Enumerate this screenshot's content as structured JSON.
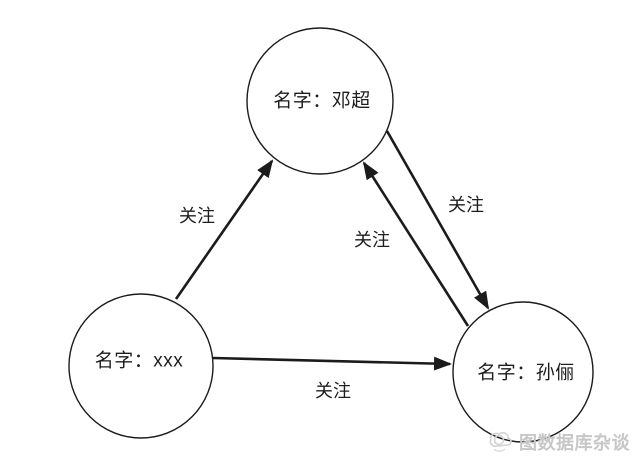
{
  "diagram": {
    "description": "social follow graph example",
    "nodes": [
      {
        "id": "dengchao",
        "label": "名字：邓超"
      },
      {
        "id": "xxx",
        "label": "名字：xxx"
      },
      {
        "id": "sunli",
        "label": "名字：孙俪"
      }
    ],
    "edges": [
      {
        "from": "xxx",
        "to": "dengchao",
        "label": "关注"
      },
      {
        "from": "dengchao",
        "to": "sunli",
        "label": "关注"
      },
      {
        "from": "sunli",
        "to": "dengchao",
        "label": "关注"
      },
      {
        "from": "xxx",
        "to": "sunli",
        "label": "关注"
      }
    ]
  },
  "watermark": {
    "text": "图数据库杂谈"
  },
  "colors": {
    "background": "#ffffff",
    "stroke": "#1b1b1b",
    "text": "#1d1d1d",
    "watermark": "#c7c7c7"
  }
}
